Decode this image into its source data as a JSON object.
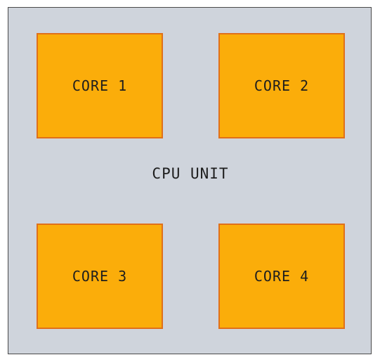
{
  "cpu": {
    "label": "CPU UNIT",
    "fill_color": "#cfd4dc",
    "stroke_color": "#4a4a4a"
  },
  "cores": [
    {
      "label": "CORE 1"
    },
    {
      "label": "CORE 2"
    },
    {
      "label": "CORE 3"
    },
    {
      "label": "CORE 4"
    }
  ],
  "core_style": {
    "fill_color": "#fbad0a",
    "stroke_color": "#e0701a"
  }
}
